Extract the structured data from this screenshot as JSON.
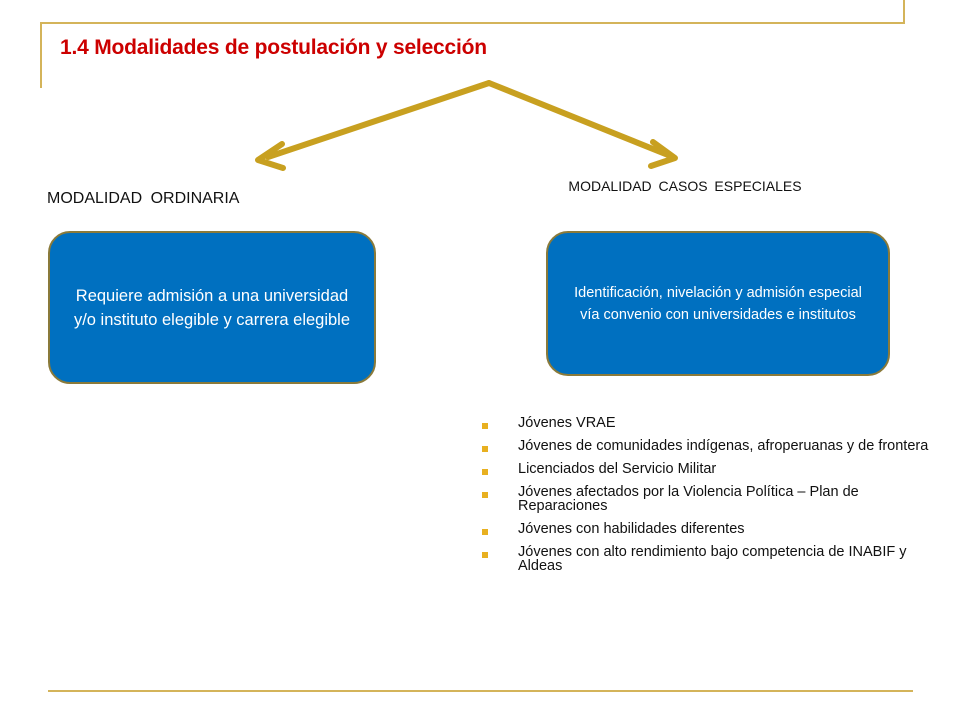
{
  "slide": {
    "title": "1.4 Modalidades de postulación y selección",
    "accent_color": "#d4b45a",
    "title_color": "#cc0000",
    "box_color": "#0070c0",
    "arrow_color": "#c8a020"
  },
  "left_branch": {
    "label": "MODALIDAD  ORDINARIA",
    "box_text": "Requiere admisión a una universidad  y/o instituto elegible y carrera elegible"
  },
  "right_branch": {
    "label": "MODALIDAD  CASOS ESPECIALES",
    "box_text": "Identificación, nivelación y admisión especial vía convenio con universidades e institutos",
    "criteria": [
      "Jóvenes VRAE",
      "Jóvenes de comunidades indígenas, afroperuanas y de frontera",
      "Licenciados del Servicio Militar",
      "Jóvenes afectados por la Violencia Política – Plan de Reparaciones",
      "Jóvenes con habilidades diferentes",
      "Jóvenes con alto rendimiento bajo competencia de INABIF y Aldeas"
    ]
  }
}
